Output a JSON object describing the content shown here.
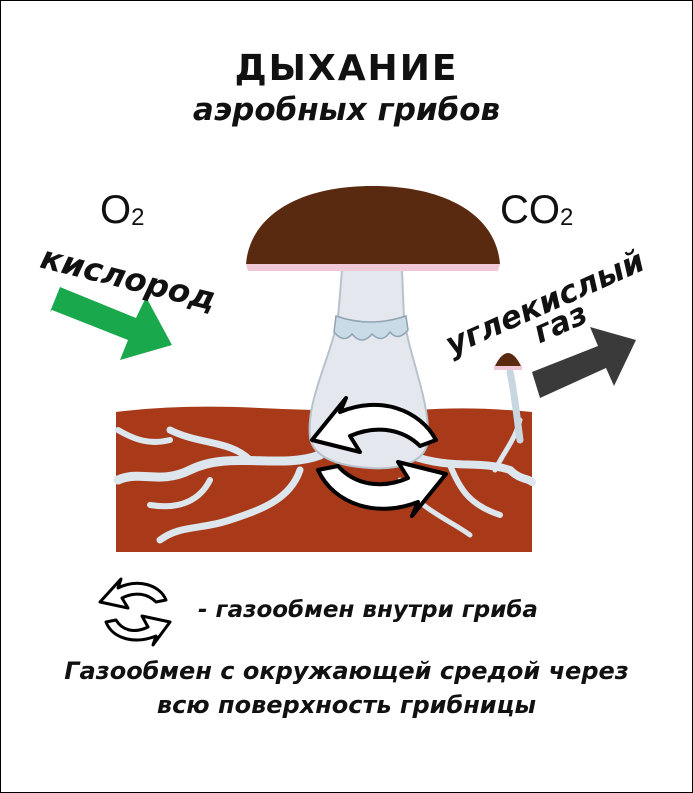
{
  "title": {
    "line1": "ДЫХАНИЕ",
    "line2": "аэробных грибов"
  },
  "inputs": {
    "formula_base": "O",
    "formula_sub": "2",
    "label": "кислород",
    "arrow_color": "#1aa84c"
  },
  "outputs": {
    "formula_base": "CO",
    "formula_sub": "2",
    "label_line1": "углекислый",
    "label_line2": "газ",
    "arrow_color": "#3a3a3a"
  },
  "colors": {
    "soil": "#a83a1a",
    "cap": "#5a2a10",
    "stem": "#e4e8ee",
    "mycelium": "#dde6ec"
  },
  "legend": {
    "icon": "gas-exchange-cycle-icon",
    "text": "- газообмен внутри гриба"
  },
  "caption": {
    "line1": "Газообмен с окружающей средой через",
    "line2": "всю поверхность грибницы"
  }
}
